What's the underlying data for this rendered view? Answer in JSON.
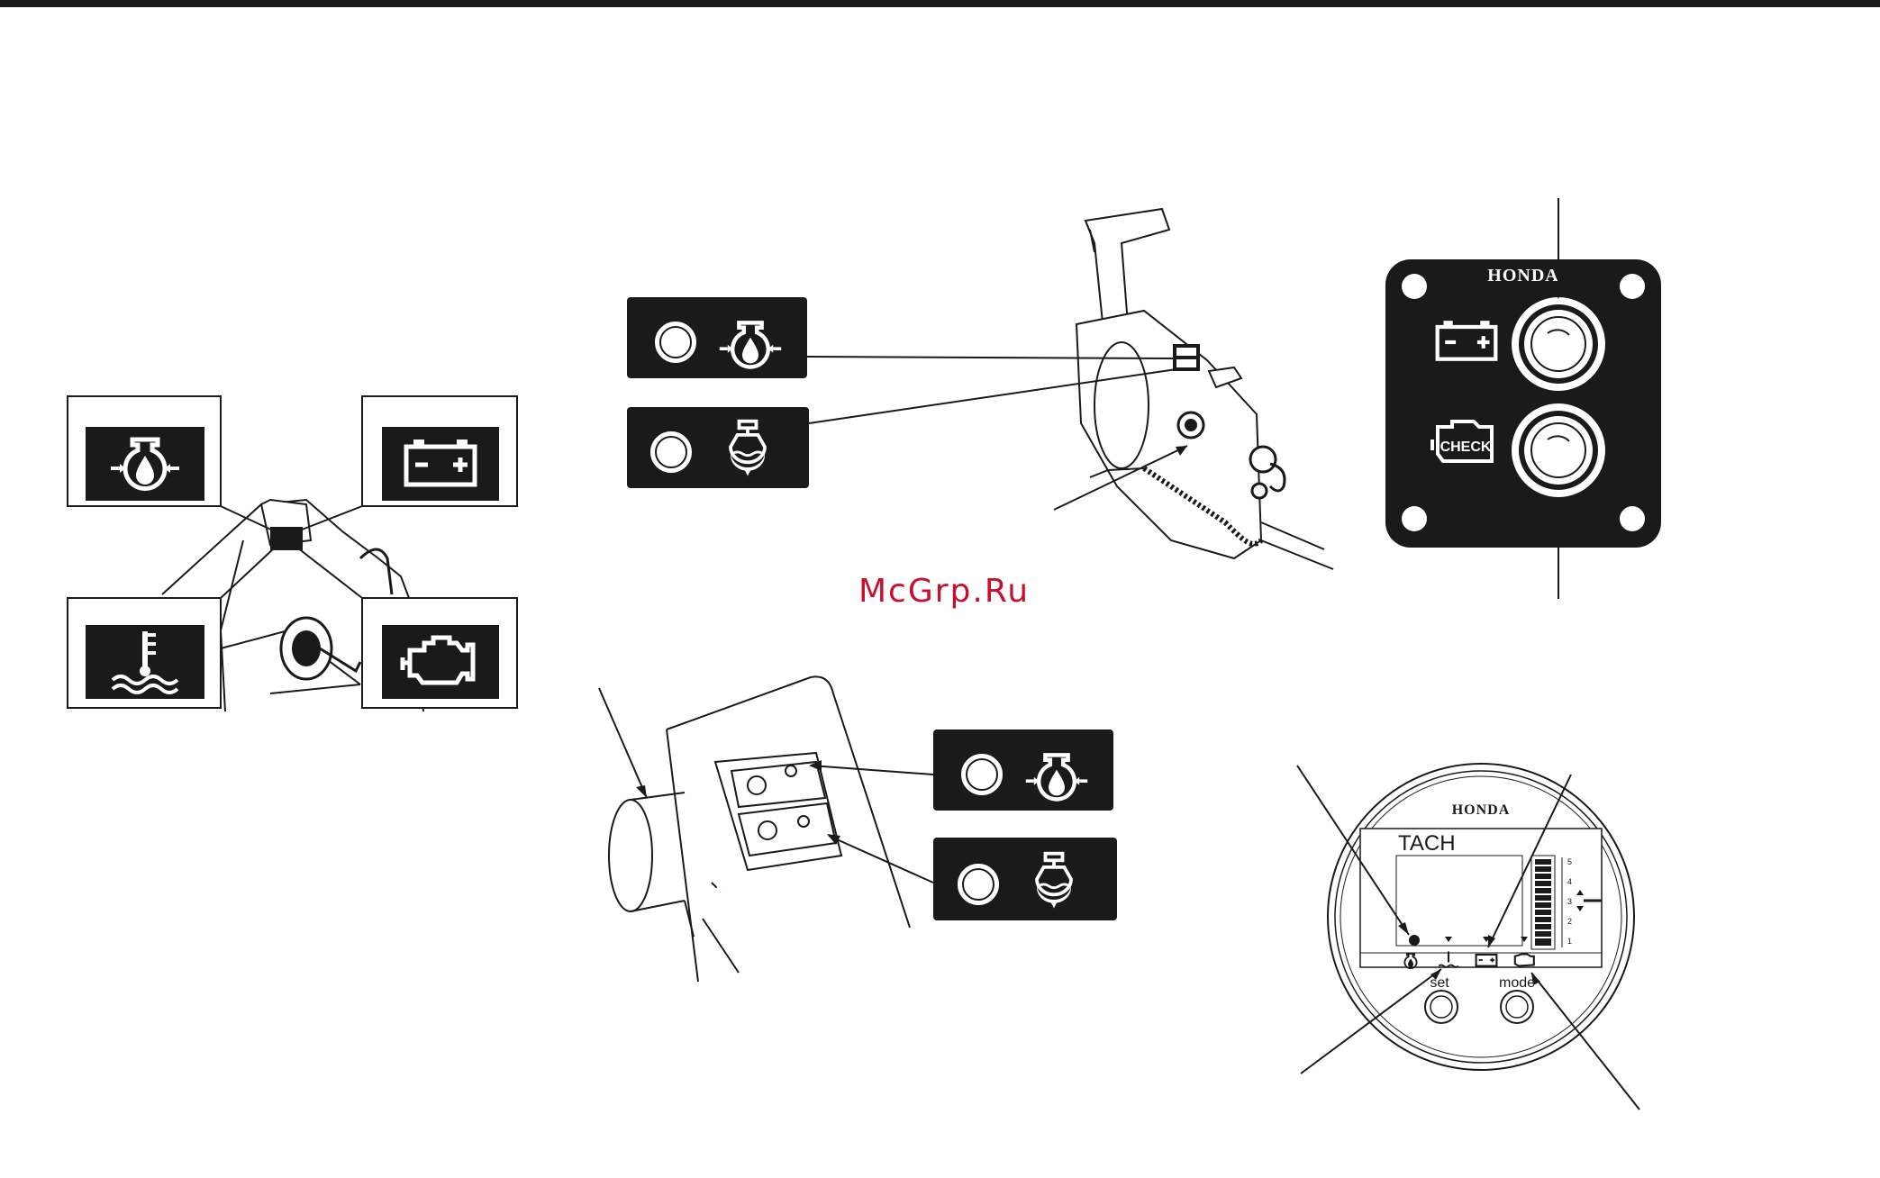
{
  "watermark": "McGrp.Ru",
  "check_panel": {
    "brand": "HONDA",
    "check_label": "CHECK"
  },
  "gauge": {
    "brand": "HONDA",
    "display_label": "TACH",
    "set_label": "set",
    "mode_label": "mode",
    "scale_labels": [
      "5",
      "4",
      "3",
      "2",
      "1"
    ]
  },
  "icons": [
    "oil-pressure-icon",
    "battery-icon",
    "overheat-icon",
    "check-engine-icon",
    "water-separator-icon"
  ],
  "colors": {
    "ink": "#1a1a1a",
    "paper": "#ffffff",
    "watermark": "#c8102e"
  }
}
